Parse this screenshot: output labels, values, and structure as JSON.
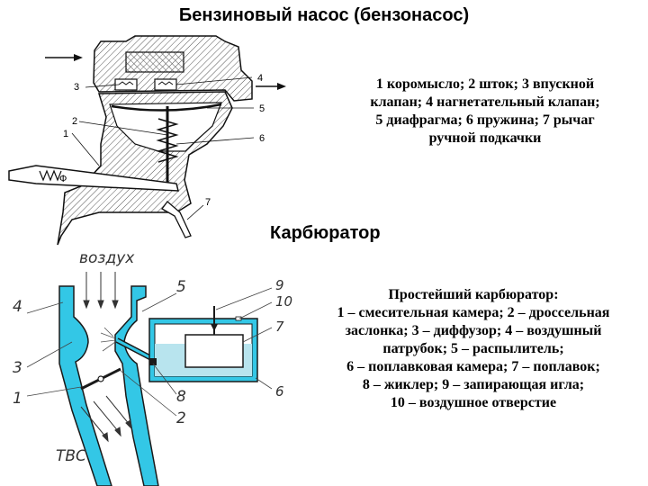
{
  "titles": {
    "pump": "Бензиновый насос (бензонасос)",
    "carburetor": "Карбюратор"
  },
  "pump_caption": [
    "1 коромысло; 2 шток; 3 впускной",
    "клапан; 4 нагнетательный клапан;",
    "5 диафрагма; 6 пружина; 7 рычаг",
    "ручной подкачки"
  ],
  "carb_caption": [
    "Простейший карбюратор:",
    "1 – смесительная камера; 2 – дроссельная",
    "заслонка; 3 – диффузор; 4 – воздушный",
    "патрубок; 5 – распылитель;",
    "6 – поплавковая камера; 7 – поплавок;",
    "8 – жиклер; 9 – запирающая игла;",
    "10 – воздушное отверстие"
  ],
  "pump_labels": {
    "l1": "1",
    "l2": "2",
    "l3": "3",
    "l4": "4",
    "l5": "5",
    "l6": "6",
    "l7": "7",
    "phi": "Ф"
  },
  "carb_labels": {
    "air": "воздух",
    "tvs": "ТВС",
    "l1": "1",
    "l2": "2",
    "l3": "3",
    "l4": "4",
    "l5": "5",
    "l6": "6",
    "l7": "7",
    "l8": "8",
    "l9": "9",
    "l10": "10"
  },
  "colors": {
    "pipe_fill": "#33c7e6",
    "outline": "#1a1a1a",
    "hatch": "#555555",
    "fuel": "#b8e4ee",
    "float": "#ffffff"
  }
}
